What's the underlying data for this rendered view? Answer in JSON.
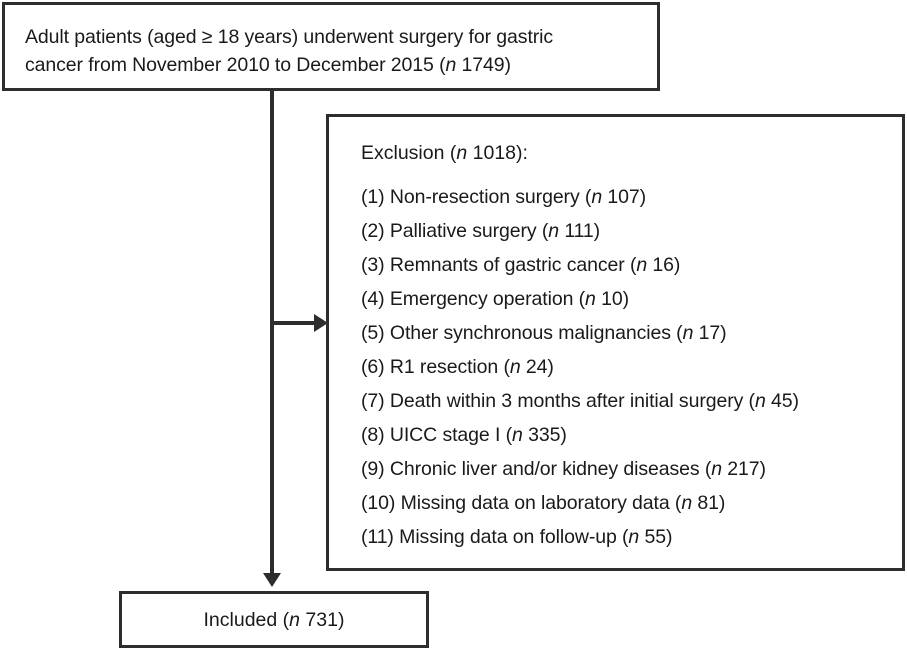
{
  "diagram": {
    "type": "study-flow-diagram",
    "line_color": "#2d2d2d",
    "background_color": "#ffffff"
  },
  "enrolled_box": {
    "name": "enrolled-box",
    "line1_pre": "Adult patients (aged ",
    "line1_symbol": "≥",
    "line1_post": " 18 years) underwent surgery for gastric",
    "line2_pre": "cancer from November 2010 to December 2015 (",
    "line2_n": "n",
    "line2_post": " 1749)",
    "count": 1749
  },
  "exclusion_box": {
    "name": "exclusion-box",
    "heading_pre": "Exclusion (",
    "heading_n": "n",
    "heading_post": " 1018):",
    "total": 1018,
    "items": [
      {
        "number": "(1)",
        "label": "Non-resection surgery (",
        "n": "n",
        "value": " 107)",
        "count": 107
      },
      {
        "number": "(2)",
        "label": "Palliative surgery (",
        "n": "n",
        "value": " 111)",
        "count": 111
      },
      {
        "number": "(3)",
        "label": "Remnants of gastric cancer (",
        "n": "n",
        "value": " 16)",
        "count": 16
      },
      {
        "number": "(4)",
        "label": "Emergency operation (",
        "n": "n",
        "value": " 10)",
        "count": 10
      },
      {
        "number": "(5)",
        "label": "Other synchronous malignancies (",
        "n": "n",
        "value": " 17)",
        "count": 17
      },
      {
        "number": "(6)",
        "label": "R1 resection (",
        "n": "n",
        "value": " 24)",
        "count": 24
      },
      {
        "number": "(7)",
        "label": "Death within 3 months after initial surgery (",
        "n": "n",
        "value": " 45)",
        "count": 45
      },
      {
        "number": "(8)",
        "label": "UICC stage I (",
        "n": "n",
        "value": " 335)",
        "count": 335
      },
      {
        "number": "(9)",
        "label": "Chronic liver and/or kidney diseases (",
        "n": "n",
        "value": " 217)",
        "count": 217
      },
      {
        "number": "(10)",
        "label": "Missing data on laboratory data (",
        "n": "n",
        "value": " 81)",
        "count": 81
      },
      {
        "number": "(11)",
        "label": "Missing data on follow-up (",
        "n": "n",
        "value": " 55)",
        "count": 55
      }
    ]
  },
  "included_box": {
    "name": "included-box",
    "label_pre": "Included (",
    "label_n": "n",
    "label_post": " 731)",
    "count": 731
  },
  "connectors": {
    "trunk_name": "vertical-connector",
    "branch_name": "branch-connector-to-exclusion",
    "branch_arrow_name": "arrowhead-right-icon",
    "trunk_arrow_name": "arrowhead-down-icon"
  }
}
